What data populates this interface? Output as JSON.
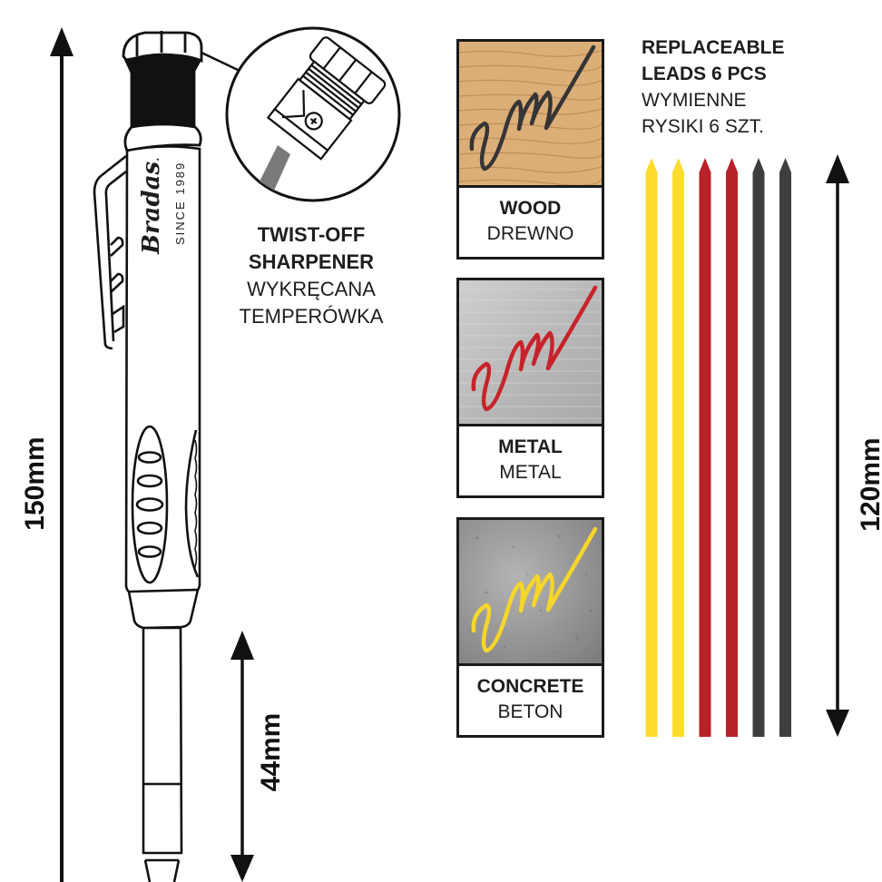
{
  "product": {
    "brand": "Bradas",
    "brand_mark": ".",
    "tagline": "SINCE 1989"
  },
  "dimensions": {
    "total_length": "150mm",
    "lead_extension": "44mm",
    "lead_length": "120mm"
  },
  "sharpener_callout": {
    "title_line1": "TWIST-OFF",
    "title_line2": "SHARPENER",
    "subtitle_line1": "WYKRĘCANA",
    "subtitle_line2": "TEMPERÓWKA"
  },
  "leads_callout": {
    "title_line1": "REPLACEABLE",
    "title_line2": "LEADS 6 PCS",
    "subtitle_line1": "WYMIENNE",
    "subtitle_line2": "RYSIKI 6 SZT."
  },
  "leads": [
    {
      "color_name": "yellow",
      "color": "#fddc2b"
    },
    {
      "color_name": "yellow",
      "color": "#fddc2b"
    },
    {
      "color_name": "red",
      "color": "#b72227"
    },
    {
      "color_name": "red",
      "color": "#b72227"
    },
    {
      "color_name": "graphite",
      "color": "#3e3e3e"
    },
    {
      "color_name": "graphite",
      "color": "#3e3e3e"
    }
  ],
  "surfaces": [
    {
      "name": "WOOD",
      "name_pl": "DREWNO",
      "texture": "wood",
      "mark_color": "#353535"
    },
    {
      "name": "METAL",
      "name_pl": "METAL",
      "texture": "metal",
      "mark_color": "#c8232a"
    },
    {
      "name": "CONCRETE",
      "name_pl": "BETON",
      "texture": "concrete",
      "mark_color": "#f7d629"
    }
  ]
}
